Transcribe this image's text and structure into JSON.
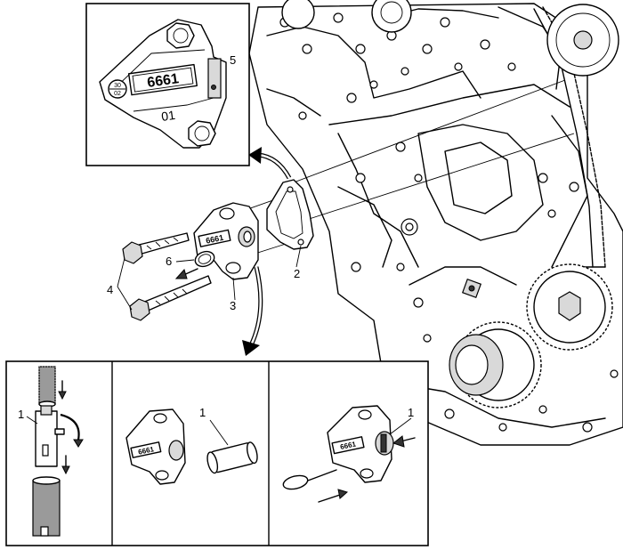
{
  "callouts": {
    "c1_step1": "1",
    "c1_step2": "1",
    "c1_step3": "1",
    "c2": "2",
    "c3": "3",
    "c4": "4",
    "c5": "5",
    "c6": "6"
  },
  "markings": {
    "part_number_detail": "6661",
    "part_number_tensioner": "6661",
    "part_number_step2": "6661",
    "part_number_step3": "6661",
    "code_01": "01",
    "date_top": "30",
    "date_bottom": "02"
  },
  "colors": {
    "line": "#000000",
    "background": "#ffffff",
    "shade": "#d9d9d9"
  }
}
